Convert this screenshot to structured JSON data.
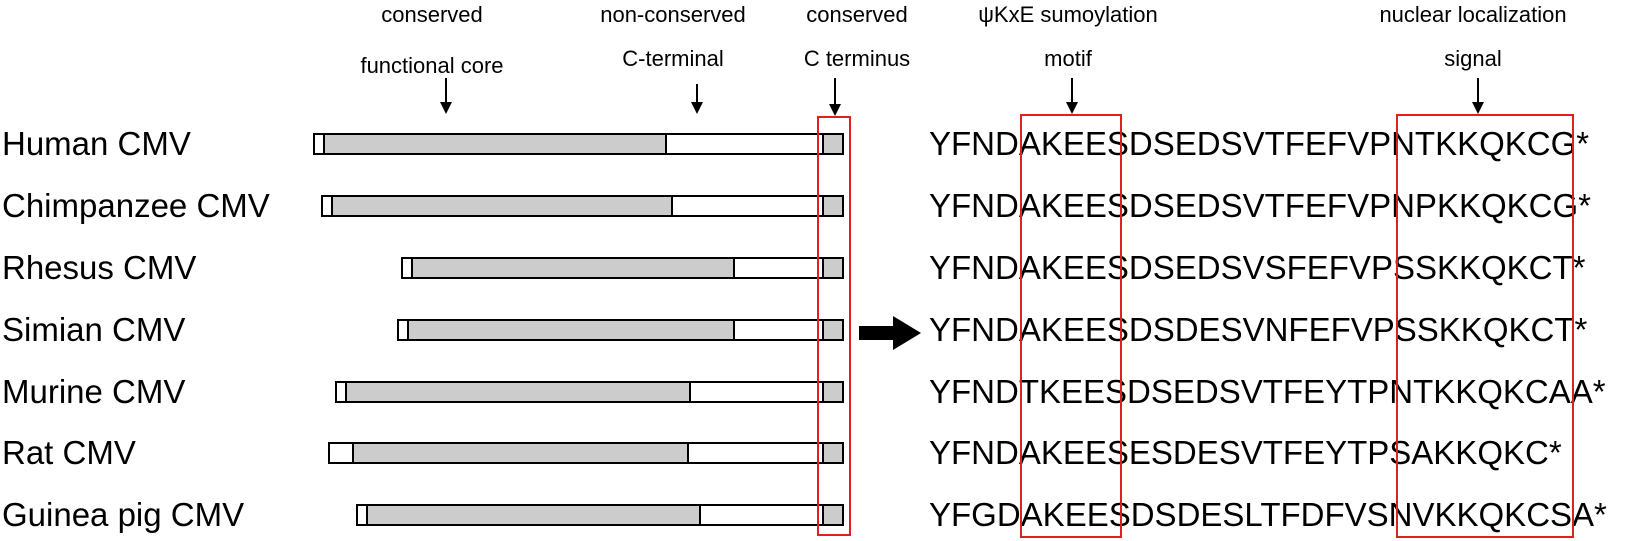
{
  "headers": {
    "functional_core": {
      "line1": "conserved",
      "line2": "functional core"
    },
    "c_terminal": {
      "line1": "non-conserved",
      "line2": "C-terminal"
    },
    "c_terminus": {
      "line1": "conserved",
      "line2": "C terminus"
    },
    "sumoylation": {
      "line1": "ψKxE sumoylation",
      "line2": "motif"
    },
    "nls": {
      "line1": "nuclear localization",
      "line2": "signal"
    }
  },
  "rows": [
    {
      "label": "Human CMV",
      "sequence": "YFNDAKEESDSEDSVTFEFVPNTKKQKCG*"
    },
    {
      "label": "Chimpanzee CMV",
      "sequence": "YFNDAKEESDSEDSVTFEFVPNPKKQKCG*"
    },
    {
      "label": "Rhesus CMV",
      "sequence": "YFNDAKEESDSEDSVSFEFVPSSKKQKCT*"
    },
    {
      "label": "Simian CMV",
      "sequence": "YFNDAKEESDSDESVNFEFVPSSKKQKCT*"
    },
    {
      "label": "Murine CMV",
      "sequence": "YFNDTKEESDSEDSVTFEYTPNTKKQKCAA*"
    },
    {
      "label": "Rat CMV",
      "sequence": "YFNDAKEESESDESVTFEYTPSAKKQKC*"
    },
    {
      "label": "Guinea pig CMV",
      "sequence": "YFGDAKEESDSDESLTFDFVSNVKKQKCSA*"
    }
  ],
  "highlight_color": "#e0201b",
  "core_fill_color": "#cccccc",
  "pointer": {
    "icon": "right-arrow-icon",
    "row": "Simian CMV"
  }
}
